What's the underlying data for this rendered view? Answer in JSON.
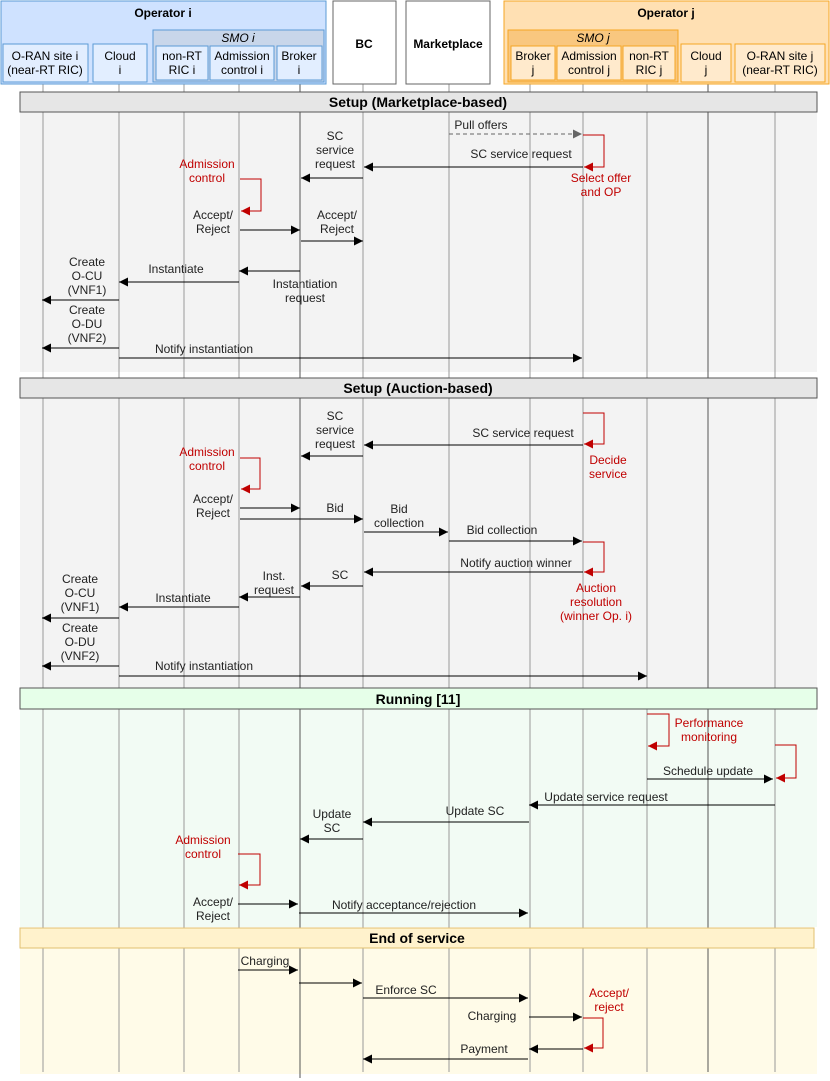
{
  "colors": {
    "operator_i_fill": "#cfe2ff",
    "operator_i_stroke": "#5b9bd5",
    "operator_j_fill": "#ffe0b3",
    "operator_j_stroke": "#f5a623",
    "smo_fill": "#c8d6ea",
    "smo_j_fill": "#f9c77f",
    "setup_bar": "#e6e6e6",
    "setup_bg": "#f3f3f3",
    "running_bar": "#e6ffe9",
    "running_bg": "#f2fbf4",
    "end_bar": "#fff2cc",
    "end_bg": "#fffbe8",
    "red": "#c00000"
  },
  "header": {
    "operator_i": "Operator i",
    "operator_j": "Operator j",
    "smo_i": "SMO i",
    "smo_j": "SMO j",
    "bc": "BC",
    "marketplace": "Marketplace",
    "oran_i": [
      "O-RAN site i",
      "(near-RT RIC)"
    ],
    "cloud_i": [
      "Cloud",
      "i"
    ],
    "nonrt_i": [
      "non-RT",
      "RIC i"
    ],
    "admission_i": [
      "Admission",
      "control i"
    ],
    "broker_i": [
      "Broker",
      "i"
    ],
    "broker_j": [
      "Broker",
      "j"
    ],
    "admission_j": [
      "Admission",
      "control j"
    ],
    "nonrt_j": [
      "non-RT",
      "RIC j"
    ],
    "cloud_j": [
      "Cloud",
      "j"
    ],
    "oran_j": [
      "O-RAN site j",
      "(near-RT RIC)"
    ]
  },
  "phases": {
    "setup_market": "Setup (Marketplace-based)",
    "setup_auction": "Setup (Auction-based)",
    "running": "Running [11]",
    "end": "End of service"
  },
  "messages": {
    "pull_offers": "Pull offers",
    "sc_service_request_bc": [
      "SC",
      "service",
      "request"
    ],
    "sc_service_request": "SC service request",
    "admission_control": [
      "Admission",
      "control"
    ],
    "select_offer": [
      "Select offer",
      "and OP"
    ],
    "accept_reject": [
      "Accept/",
      "Reject"
    ],
    "instantiate": "Instantiate",
    "instantiation_request": [
      "Instantiation",
      "request"
    ],
    "create_ocu": [
      "Create",
      "O-CU",
      "(VNF1)"
    ],
    "create_odu": [
      "Create",
      "O-DU",
      "(VNF2)"
    ],
    "notify_instantiation": "Notify instantiation",
    "decide_service": [
      "Decide",
      "service"
    ],
    "bid": "Bid",
    "bid_collection_bc": [
      "Bid",
      "collection"
    ],
    "bid_collection": "Bid collection",
    "notify_auction_winner": "Notify auction winner",
    "sc": "SC",
    "inst_request": [
      "Inst.",
      "request"
    ],
    "auction_resolution": [
      "Auction",
      "resolution",
      "(winner Op. i)"
    ],
    "performance_monitoring": [
      "Performance",
      "monitoring"
    ],
    "schedule_update": "Schedule update",
    "update_service_request": "Update service request",
    "update_sc": "Update SC",
    "update_sc_bc": [
      "Update",
      "SC"
    ],
    "notify_acceptance": "Notify acceptance/rejection",
    "charging": "Charging",
    "enforce_sc": "Enforce SC",
    "payment": "Payment",
    "accept_reject_lower": [
      "Accept/",
      "reject"
    ]
  }
}
